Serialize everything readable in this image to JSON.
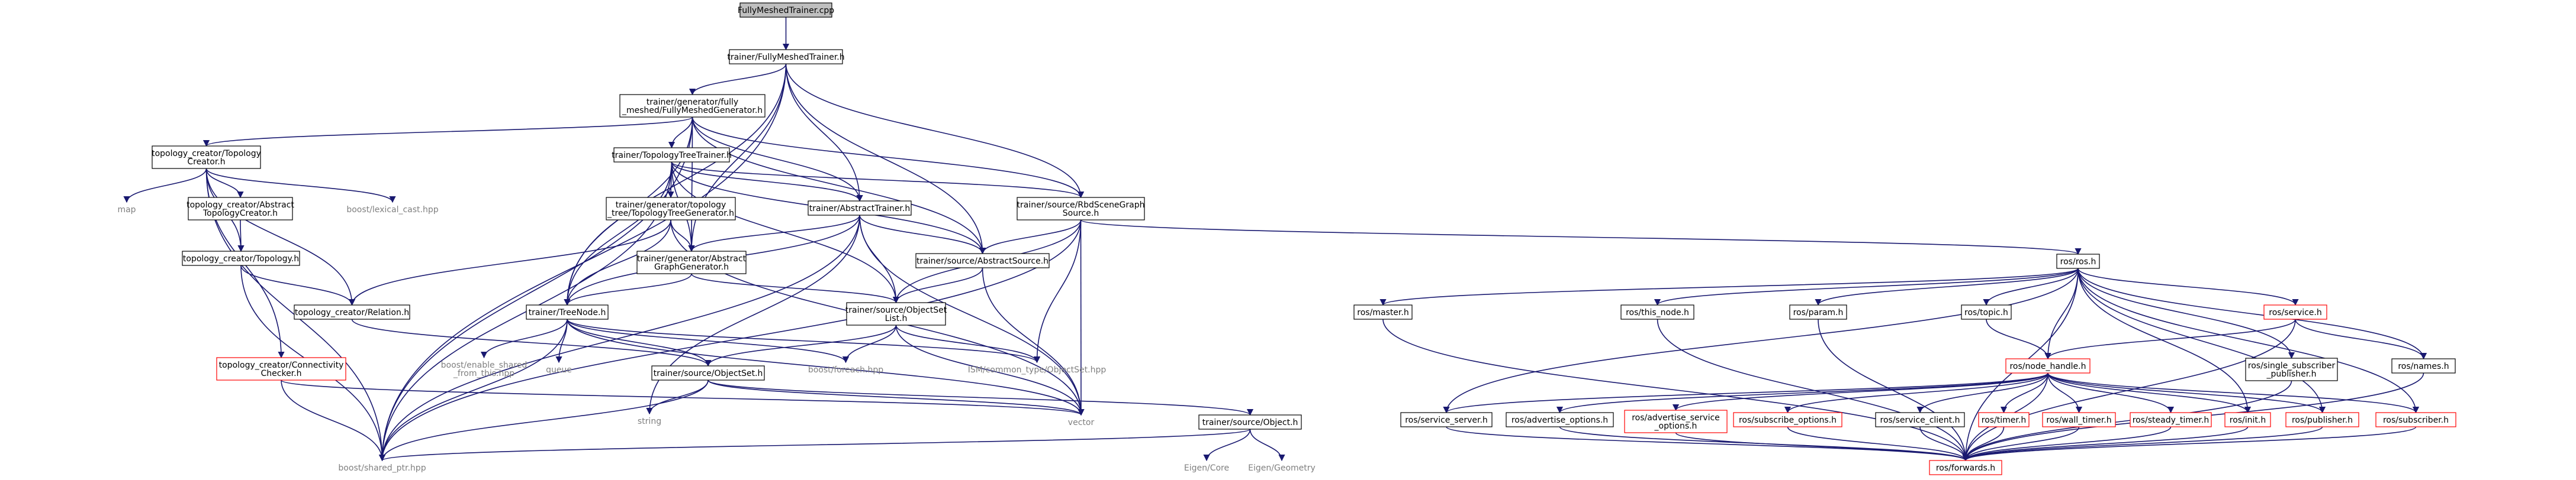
{
  "colors": {
    "edge": "#191970",
    "box_border": "#000000",
    "red_border": "#ff0000",
    "root_fill": "#bfbfbf",
    "gray_text": "#808080"
  },
  "nodes": [
    {
      "id": "root",
      "lines": [
        "FullyMeshedTrainer.cpp"
      ],
      "style": "root"
    },
    {
      "id": "fmt_h",
      "lines": [
        "trainer/FullyMeshedTrainer.h"
      ],
      "style": "box"
    },
    {
      "id": "fmg_h",
      "lines": [
        "trainer/generator/fully",
        "_meshed/FullyMeshedGenerator.h"
      ],
      "style": "box"
    },
    {
      "id": "topo_creator",
      "lines": [
        "topology_creator/Topology",
        "Creator.h"
      ],
      "style": "box"
    },
    {
      "id": "ttt_h",
      "lines": [
        "trainer/TopologyTreeTrainer.h"
      ],
      "style": "box"
    },
    {
      "id": "map",
      "lines": [
        "map"
      ],
      "style": "gray"
    },
    {
      "id": "abs_topo_creator",
      "lines": [
        "topology_creator/Abstract",
        "TopologyCreator.h"
      ],
      "style": "box"
    },
    {
      "id": "lexical_cast",
      "lines": [
        "boost/lexical_cast.hpp"
      ],
      "style": "gray"
    },
    {
      "id": "ttg_h",
      "lines": [
        "trainer/generator/topology",
        "_tree/TopologyTreeGenerator.h"
      ],
      "style": "box"
    },
    {
      "id": "abs_trainer",
      "lines": [
        "trainer/AbstractTrainer.h"
      ],
      "style": "box"
    },
    {
      "id": "rbd_scene",
      "lines": [
        "trainer/source/RbdSceneGraph",
        "Source.h"
      ],
      "style": "box"
    },
    {
      "id": "topology_h",
      "lines": [
        "topology_creator/Topology.h"
      ],
      "style": "box"
    },
    {
      "id": "abs_graph_gen",
      "lines": [
        "trainer/generator/Abstract",
        "GraphGenerator.h"
      ],
      "style": "box"
    },
    {
      "id": "abs_source",
      "lines": [
        "trainer/source/AbstractSource.h"
      ],
      "style": "box"
    },
    {
      "id": "relation_h",
      "lines": [
        "topology_creator/Relation.h"
      ],
      "style": "box"
    },
    {
      "id": "treenode_h",
      "lines": [
        "trainer/TreeNode.h"
      ],
      "style": "box"
    },
    {
      "id": "objset_list",
      "lines": [
        "trainer/source/ObjectSet",
        "List.h"
      ],
      "style": "box"
    },
    {
      "id": "conn_checker",
      "lines": [
        "topology_creator/Connectivity",
        "Checker.h"
      ],
      "style": "red"
    },
    {
      "id": "enable_shared",
      "lines": [
        "boost/enable_shared",
        "_from_this.hpp"
      ],
      "style": "gray"
    },
    {
      "id": "queue",
      "lines": [
        "queue"
      ],
      "style": "gray"
    },
    {
      "id": "boost_foreach",
      "lines": [
        "boost/foreach.hpp"
      ],
      "style": "gray"
    },
    {
      "id": "ism_objset",
      "lines": [
        "ISM/common_type/ObjectSet.hpp"
      ],
      "style": "gray"
    },
    {
      "id": "objset_h",
      "lines": [
        "trainer/source/ObjectSet.h"
      ],
      "style": "box"
    },
    {
      "id": "string",
      "lines": [
        "string"
      ],
      "style": "gray"
    },
    {
      "id": "vector",
      "lines": [
        "vector"
      ],
      "style": "gray"
    },
    {
      "id": "object_h",
      "lines": [
        "trainer/source/Object.h"
      ],
      "style": "box"
    },
    {
      "id": "shared_ptr",
      "lines": [
        "boost/shared_ptr.hpp"
      ],
      "style": "gray"
    },
    {
      "id": "eigen_core",
      "lines": [
        "Eigen/Core"
      ],
      "style": "gray"
    },
    {
      "id": "eigen_geom",
      "lines": [
        "Eigen/Geometry"
      ],
      "style": "gray"
    },
    {
      "id": "ros_h",
      "lines": [
        "ros/ros.h"
      ],
      "style": "box"
    },
    {
      "id": "ros_master",
      "lines": [
        "ros/master.h"
      ],
      "style": "box"
    },
    {
      "id": "ros_this_node",
      "lines": [
        "ros/this_node.h"
      ],
      "style": "box"
    },
    {
      "id": "ros_param",
      "lines": [
        "ros/param.h"
      ],
      "style": "box"
    },
    {
      "id": "ros_topic",
      "lines": [
        "ros/topic.h"
      ],
      "style": "box"
    },
    {
      "id": "ros_service",
      "lines": [
        "ros/service.h"
      ],
      "style": "red"
    },
    {
      "id": "ros_node_handle",
      "lines": [
        "ros/node_handle.h"
      ],
      "style": "red"
    },
    {
      "id": "ros_single_sub",
      "lines": [
        "ros/single_subscriber",
        "_publisher.h"
      ],
      "style": "box"
    },
    {
      "id": "ros_names",
      "lines": [
        "ros/names.h"
      ],
      "style": "box"
    },
    {
      "id": "ros_service_server",
      "lines": [
        "ros/service_server.h"
      ],
      "style": "box"
    },
    {
      "id": "ros_adv_options",
      "lines": [
        "ros/advertise_options.h"
      ],
      "style": "box"
    },
    {
      "id": "ros_adv_service_options",
      "lines": [
        "ros/advertise_service",
        "_options.h"
      ],
      "style": "red"
    },
    {
      "id": "ros_sub_options",
      "lines": [
        "ros/subscribe_options.h"
      ],
      "style": "red"
    },
    {
      "id": "ros_service_client",
      "lines": [
        "ros/service_client.h"
      ],
      "style": "box"
    },
    {
      "id": "ros_timer",
      "lines": [
        "ros/timer.h"
      ],
      "style": "red"
    },
    {
      "id": "ros_wall_timer",
      "lines": [
        "ros/wall_timer.h"
      ],
      "style": "red"
    },
    {
      "id": "ros_steady_timer",
      "lines": [
        "ros/steady_timer.h"
      ],
      "style": "red"
    },
    {
      "id": "ros_init",
      "lines": [
        "ros/init.h"
      ],
      "style": "red"
    },
    {
      "id": "ros_publisher",
      "lines": [
        "ros/publisher.h"
      ],
      "style": "red"
    },
    {
      "id": "ros_subscriber",
      "lines": [
        "ros/subscriber.h"
      ],
      "style": "red"
    },
    {
      "id": "ros_forwards",
      "lines": [
        "ros/forwards.h"
      ],
      "style": "red"
    }
  ],
  "edges": [
    [
      "root",
      "fmt_h"
    ],
    [
      "fmt_h",
      "fmg_h"
    ],
    [
      "fmt_h",
      "abs_trainer"
    ],
    [
      "fmt_h",
      "rbd_scene"
    ],
    [
      "fmt_h",
      "abs_source"
    ],
    [
      "fmt_h",
      "treenode_h"
    ],
    [
      "fmt_h",
      "abs_graph_gen"
    ],
    [
      "fmt_h",
      "shared_ptr"
    ],
    [
      "fmg_h",
      "topo_creator"
    ],
    [
      "fmg_h",
      "ttt_h"
    ],
    [
      "fmg_h",
      "abs_graph_gen"
    ],
    [
      "fmg_h",
      "abs_trainer"
    ],
    [
      "fmg_h",
      "rbd_scene"
    ],
    [
      "fmg_h",
      "abs_source"
    ],
    [
      "fmg_h",
      "treenode_h"
    ],
    [
      "fmg_h",
      "shared_ptr"
    ],
    [
      "topo_creator",
      "map"
    ],
    [
      "topo_creator",
      "abs_topo_creator"
    ],
    [
      "topo_creator",
      "lexical_cast"
    ],
    [
      "topo_creator",
      "topology_h"
    ],
    [
      "topo_creator",
      "relation_h"
    ],
    [
      "topo_creator",
      "conn_checker"
    ],
    [
      "topo_creator",
      "shared_ptr"
    ],
    [
      "abs_topo_creator",
      "topology_h"
    ],
    [
      "topology_h",
      "relation_h"
    ],
    [
      "topology_h",
      "shared_ptr"
    ],
    [
      "ttt_h",
      "ttg_h"
    ],
    [
      "ttt_h",
      "abs_trainer"
    ],
    [
      "ttt_h",
      "abs_graph_gen"
    ],
    [
      "ttt_h",
      "treenode_h"
    ],
    [
      "ttt_h",
      "abs_source"
    ],
    [
      "ttt_h",
      "rbd_scene"
    ],
    [
      "ttt_h",
      "shared_ptr"
    ],
    [
      "ttt_h",
      "objset_list"
    ],
    [
      "ttg_h",
      "abs_graph_gen"
    ],
    [
      "ttg_h",
      "treenode_h"
    ],
    [
      "ttg_h",
      "relation_h"
    ],
    [
      "ttg_h",
      "vector"
    ],
    [
      "abs_trainer",
      "abs_graph_gen"
    ],
    [
      "abs_trainer",
      "abs_source"
    ],
    [
      "abs_trainer",
      "treenode_h"
    ],
    [
      "abs_trainer",
      "objset_list"
    ],
    [
      "abs_trainer",
      "string"
    ],
    [
      "abs_trainer",
      "vector"
    ],
    [
      "abs_trainer",
      "shared_ptr"
    ],
    [
      "rbd_scene",
      "abs_source"
    ],
    [
      "rbd_scene",
      "objset_list"
    ],
    [
      "rbd_scene",
      "ism_objset"
    ],
    [
      "rbd_scene",
      "vector"
    ],
    [
      "rbd_scene",
      "ros_h"
    ],
    [
      "rbd_scene",
      "shared_ptr"
    ],
    [
      "abs_graph_gen",
      "treenode_h"
    ],
    [
      "abs_graph_gen",
      "objset_list"
    ],
    [
      "abs_source",
      "objset_list"
    ],
    [
      "abs_source",
      "vector"
    ],
    [
      "relation_h",
      "objset_h"
    ],
    [
      "treenode_h",
      "enable_shared"
    ],
    [
      "treenode_h",
      "queue"
    ],
    [
      "treenode_h",
      "boost_foreach"
    ],
    [
      "treenode_h",
      "objset_h"
    ],
    [
      "treenode_h",
      "ism_objset"
    ],
    [
      "treenode_h",
      "vector"
    ],
    [
      "treenode_h",
      "shared_ptr"
    ],
    [
      "conn_checker",
      "vector"
    ],
    [
      "conn_checker",
      "shared_ptr"
    ],
    [
      "objset_list",
      "objset_h"
    ],
    [
      "objset_list",
      "boost_foreach"
    ],
    [
      "objset_list",
      "ism_objset"
    ],
    [
      "objset_list",
      "vector"
    ],
    [
      "objset_h",
      "object_h"
    ],
    [
      "objset_h",
      "string"
    ],
    [
      "objset_h",
      "vector"
    ],
    [
      "objset_h",
      "shared_ptr"
    ],
    [
      "object_h",
      "eigen_core"
    ],
    [
      "object_h",
      "eigen_geom"
    ],
    [
      "object_h",
      "shared_ptr"
    ],
    [
      "ros_h",
      "ros_master"
    ],
    [
      "ros_h",
      "ros_this_node"
    ],
    [
      "ros_h",
      "ros_param"
    ],
    [
      "ros_h",
      "ros_topic"
    ],
    [
      "ros_h",
      "ros_node_handle"
    ],
    [
      "ros_h",
      "ros_service"
    ],
    [
      "ros_h",
      "ros_single_sub"
    ],
    [
      "ros_h",
      "ros_names"
    ],
    [
      "ros_h",
      "ros_service_server"
    ],
    [
      "ros_h",
      "ros_init"
    ],
    [
      "ros_h",
      "ros_publisher"
    ],
    [
      "ros_h",
      "ros_subscriber"
    ],
    [
      "ros_h",
      "ros_forwards"
    ],
    [
      "ros_master",
      "ros_forwards"
    ],
    [
      "ros_this_node",
      "ros_forwards"
    ],
    [
      "ros_param",
      "ros_forwards"
    ],
    [
      "ros_topic",
      "ros_node_handle"
    ],
    [
      "ros_service",
      "ros_node_handle"
    ],
    [
      "ros_service",
      "ros_names"
    ],
    [
      "ros_service",
      "ros_forwards"
    ],
    [
      "ros_single_sub",
      "ros_forwards"
    ],
    [
      "ros_names",
      "ros_forwards"
    ],
    [
      "ros_node_handle",
      "ros_service_server"
    ],
    [
      "ros_node_handle",
      "ros_adv_options"
    ],
    [
      "ros_node_handle",
      "ros_adv_service_options"
    ],
    [
      "ros_node_handle",
      "ros_sub_options"
    ],
    [
      "ros_node_handle",
      "ros_service_client"
    ],
    [
      "ros_node_handle",
      "ros_timer"
    ],
    [
      "ros_node_handle",
      "ros_wall_timer"
    ],
    [
      "ros_node_handle",
      "ros_steady_timer"
    ],
    [
      "ros_node_handle",
      "ros_init"
    ],
    [
      "ros_node_handle",
      "ros_publisher"
    ],
    [
      "ros_node_handle",
      "ros_subscriber"
    ],
    [
      "ros_node_handle",
      "ros_forwards"
    ],
    [
      "ros_service_server",
      "ros_forwards"
    ],
    [
      "ros_adv_options",
      "ros_forwards"
    ],
    [
      "ros_adv_service_options",
      "ros_forwards"
    ],
    [
      "ros_sub_options",
      "ros_forwards"
    ],
    [
      "ros_service_client",
      "ros_forwards"
    ],
    [
      "ros_timer",
      "ros_forwards"
    ],
    [
      "ros_wall_timer",
      "ros_forwards"
    ],
    [
      "ros_steady_timer",
      "ros_forwards"
    ],
    [
      "ros_init",
      "ros_forwards"
    ],
    [
      "ros_publisher",
      "ros_forwards"
    ],
    [
      "ros_subscriber",
      "ros_forwards"
    ]
  ]
}
